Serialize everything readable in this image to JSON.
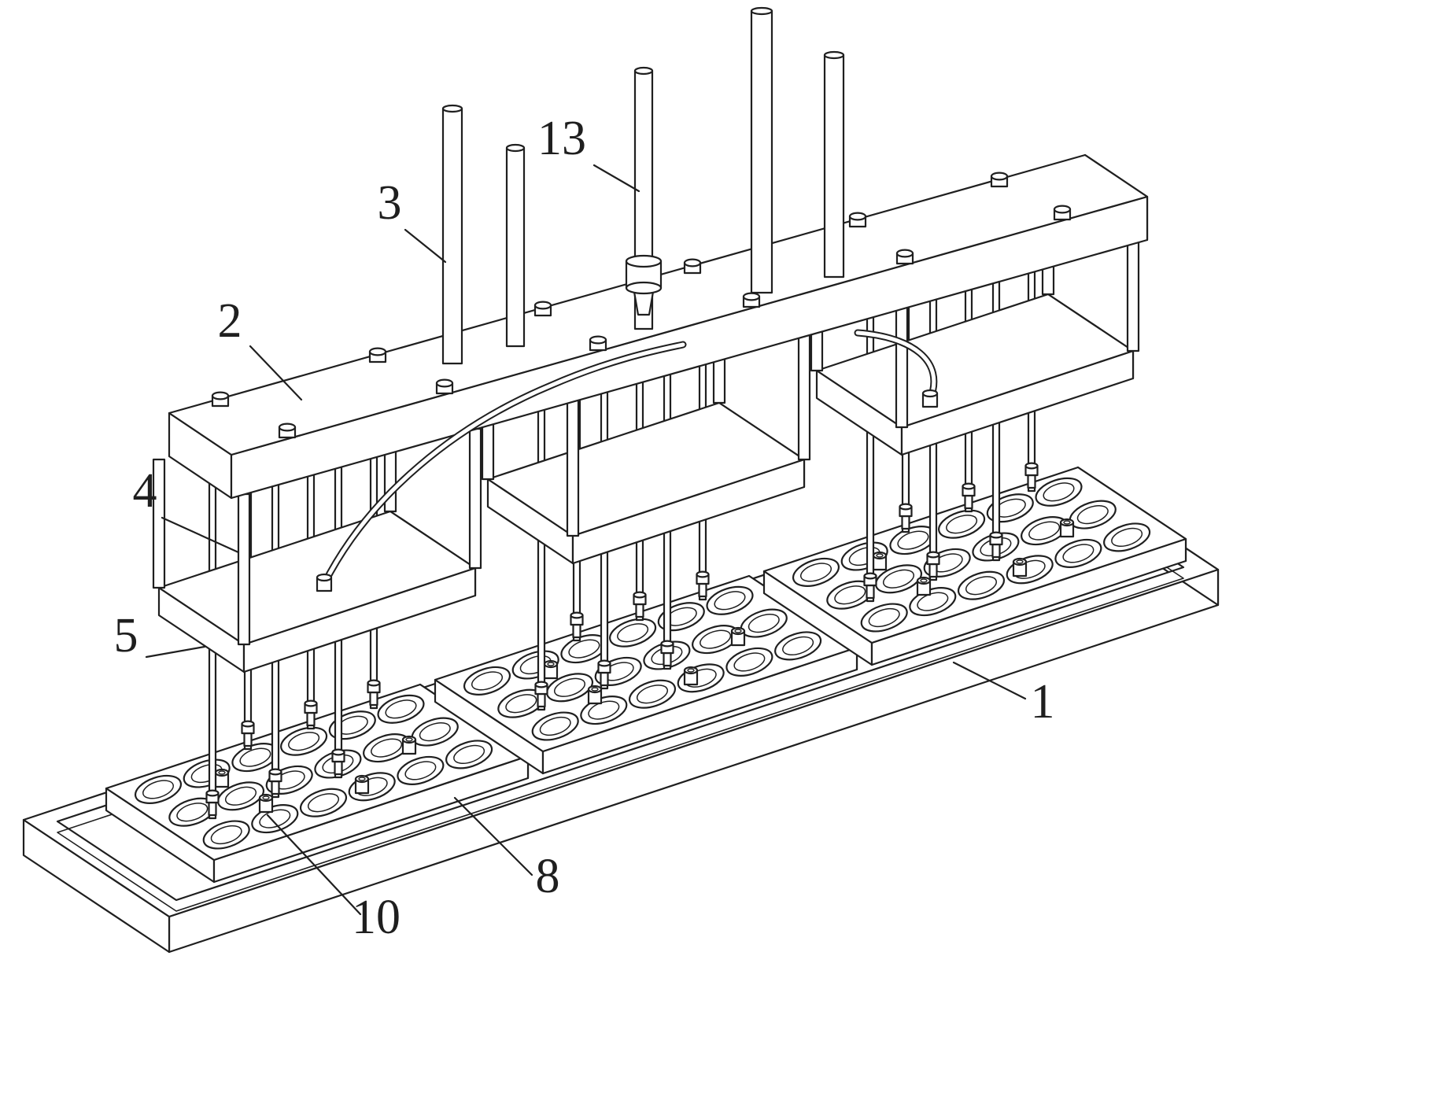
{
  "figure": {
    "background": "#ffffff",
    "ink": "#1f1f1f",
    "labels": [
      {
        "id": "1"
      },
      {
        "id": "2"
      },
      {
        "id": "3"
      },
      {
        "id": "4"
      },
      {
        "id": "5"
      },
      {
        "id": "8"
      },
      {
        "id": "10"
      },
      {
        "id": "13"
      }
    ]
  }
}
